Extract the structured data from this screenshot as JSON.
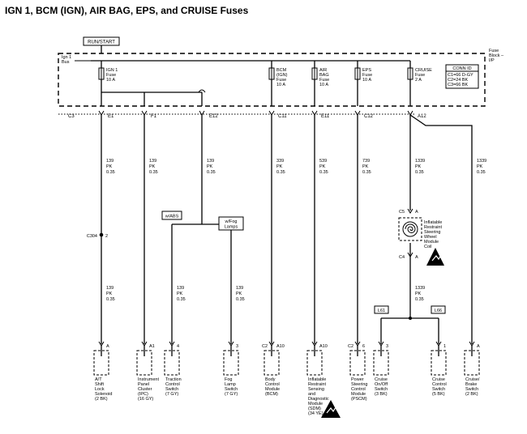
{
  "title": "IGN 1, BCM (IGN), AIR BAG, EPS, and CRUISE Fuses",
  "run_start": "RUN/START",
  "ign1_bus": [
    "Ign 1",
    "Bus"
  ],
  "fuse_block": [
    "Fuse",
    "Block –",
    "I/P"
  ],
  "conn_id": [
    "CONN ID",
    "C1=66 D-GY",
    "C2=24 BK",
    "C3=66 BK"
  ],
  "fuses": [
    {
      "lines": [
        "IGN 1",
        "Fuse",
        "10 A"
      ]
    },
    {
      "lines": [
        "BCM",
        "(IGN)",
        "Fuse",
        "10 A"
      ]
    },
    {
      "lines": [
        "AIR",
        "BAG",
        "Fuse",
        "10 A"
      ]
    },
    {
      "lines": [
        "EPS",
        "Fuse",
        "10 A"
      ]
    },
    {
      "lines": [
        "CRUISE",
        "Fuse",
        "2 A"
      ]
    }
  ],
  "fuse_pins": [
    "C3",
    "E1",
    "F1",
    "E12",
    "C11",
    "E11",
    "C12",
    "A12"
  ],
  "wires": [
    [
      "139",
      "PK",
      "0.35"
    ],
    [
      "139",
      "PK",
      "0.35"
    ],
    [
      "139",
      "PK",
      "0.35"
    ],
    [
      "339",
      "PK",
      "0.35"
    ],
    [
      "539",
      "PK",
      "0.35"
    ],
    [
      "739",
      "PK",
      "0.35"
    ],
    [
      "1339",
      "PK",
      "0.35"
    ],
    [
      "1339",
      "PK",
      "0.35"
    ],
    [
      "139",
      "PK",
      "0.35"
    ],
    [
      "139",
      "PK",
      "0.35"
    ],
    [
      "139",
      "PK",
      "0.35"
    ],
    [
      "1339",
      "PK",
      "0.35"
    ]
  ],
  "splice": {
    "left": "C304",
    "right": "2"
  },
  "options": [
    [
      "w/ABS"
    ],
    [
      "w/Fog",
      "Lamps"
    ]
  ],
  "coil": {
    "top_pin": "C5",
    "top_term": "A",
    "bottom_pin": "C4",
    "bottom_term": "A",
    "label": [
      "Inflatable",
      "Restraint",
      "Steering",
      "Wheel",
      "Module",
      "Coil"
    ]
  },
  "labels_l": [
    "L61",
    "L66"
  ],
  "components": [
    {
      "pin": "",
      "term": "A",
      "label": [
        "A/T",
        "Shift",
        "Lock",
        "Solenoid",
        "(2 BK)"
      ]
    },
    {
      "pin": "",
      "term": "A1",
      "label": [
        "Instrument",
        "Panel",
        "Cluster",
        "(IPC)",
        "(16 GY)"
      ]
    },
    {
      "pin": "",
      "term": "4",
      "label": [
        "Traction",
        "Control",
        "Switch",
        "(7 GY)"
      ]
    },
    {
      "pin": "",
      "term": "3",
      "label": [
        "Fog",
        "Lamp",
        "Switch",
        "(7 GY)"
      ]
    },
    {
      "pin": "C2",
      "term": "A10",
      "label": [
        "Body",
        "Control",
        "Module",
        "(BCM)"
      ]
    },
    {
      "pin": "",
      "term": "A10",
      "label": [
        "Inflatable",
        "Restraint",
        "Sensing",
        "and",
        "Diagnostic",
        "Module",
        "(SDM)",
        "(34 YE)"
      ]
    },
    {
      "pin": "C2",
      "term": "6",
      "label": [
        "Power",
        "Steering",
        "Control",
        "Module",
        "(PSCM)"
      ]
    },
    {
      "pin": "",
      "term": "3",
      "label": [
        "Cruise",
        "On/Off",
        "Switch",
        "(3 BK)"
      ]
    },
    {
      "pin": "",
      "term": "1",
      "label": [
        "Cruise",
        "Control",
        "Switch",
        "(5 BK)"
      ]
    },
    {
      "pin": "",
      "term": "A",
      "label": [
        "Cruise/",
        "Brake",
        "Switch",
        "(2 BK)"
      ]
    }
  ]
}
